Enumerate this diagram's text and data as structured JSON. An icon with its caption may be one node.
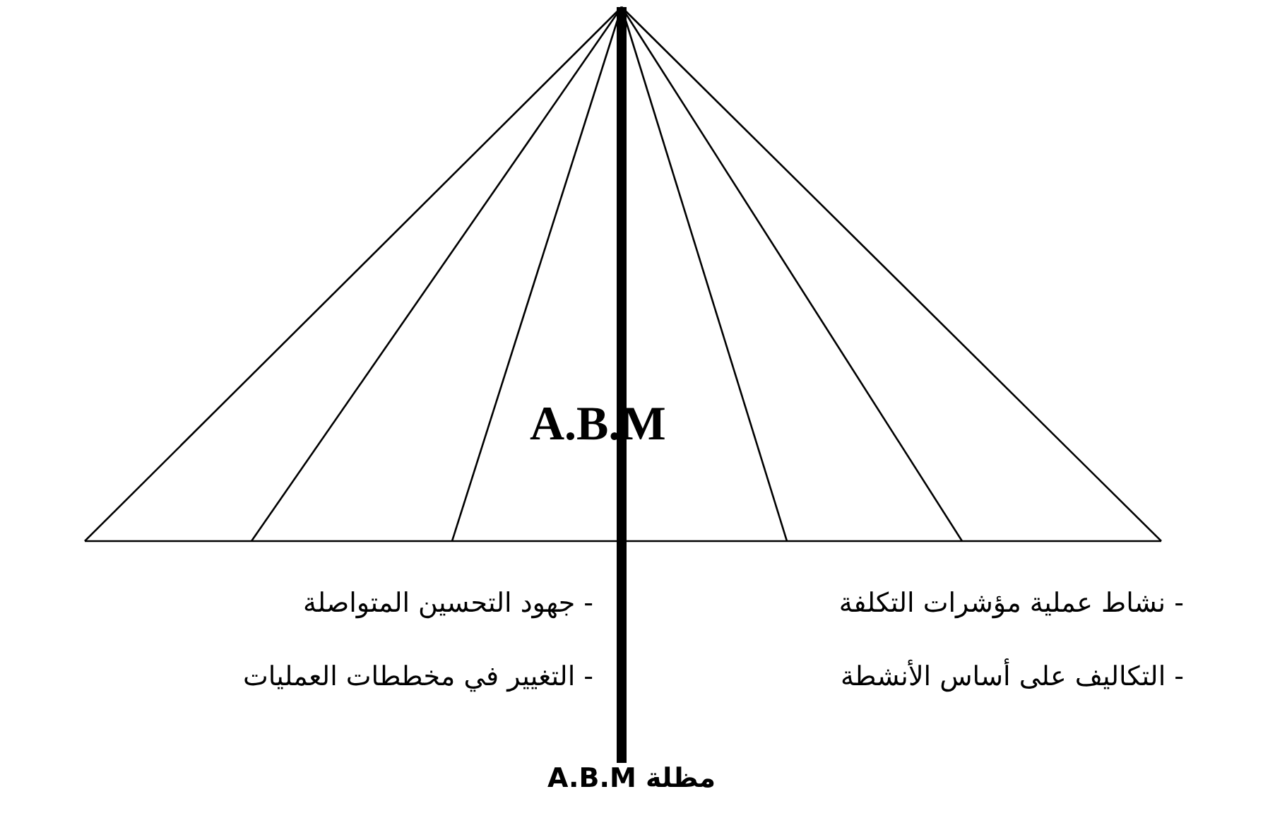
{
  "diagram": {
    "caption": "مظلة A.B.M",
    "labels": [
      "A.B.M",
      "- نشاط عملية مؤشرات التكلفة",
      "- جهود التحسين المتواصلة",
      "- التكاليف على أساس الأنشطة",
      "- التغيير في مخططات العمليات"
    ]
  }
}
